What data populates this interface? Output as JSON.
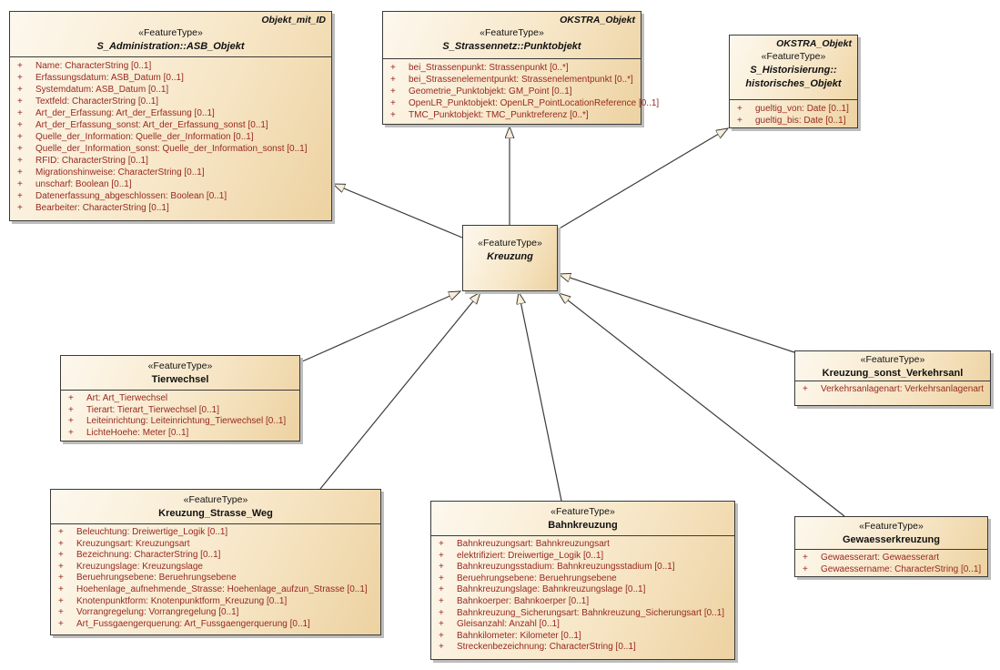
{
  "diagram": {
    "kind": "uml-class-diagram",
    "visibility_prefix": "+",
    "colors": {
      "box_fill_light": "#fdf8ee",
      "box_fill_dark": "#edd2a1",
      "box_border": "#3a3a3a",
      "attribute_text": "#97291f",
      "header_text": "#111111",
      "connector": "#3a3a3a",
      "arrowhead_fill": "#f8edd8",
      "shadow": "#bdbdbd",
      "background": "#ffffff"
    },
    "classes": [
      {
        "id": "asb",
        "tag": "Objekt_mit_ID",
        "stereotype": "«FeatureType»",
        "name_lines": [
          "S_Administration::ASB_Objekt"
        ],
        "abstract": true,
        "attributes": [
          "Name: CharacterString [0..1]",
          "Erfassungsdatum: ASB_Datum [0..1]",
          "Systemdatum: ASB_Datum [0..1]",
          "Textfeld: CharacterString [0..1]",
          "Art_der_Erfassung: Art_der_Erfassung [0..1]",
          "Art_der_Erfassung_sonst: Art_der_Erfassung_sonst [0..1]",
          "Quelle_der_Information: Quelle_der_Information [0..1]",
          "Quelle_der_Information_sonst: Quelle_der_Information_sonst [0..1]",
          "RFID: CharacterString [0..1]",
          "Migrationshinweise: CharacterString [0..1]",
          "unscharf: Boolean [0..1]",
          "Datenerfassung_abgeschlossen: Boolean [0..1]",
          "Bearbeiter: CharacterString [0..1]"
        ]
      },
      {
        "id": "punkt",
        "tag": "OKSTRA_Objekt",
        "stereotype": "«FeatureType»",
        "name_lines": [
          "S_Strassennetz::Punktobjekt"
        ],
        "abstract": true,
        "attributes": [
          "bei_Strassenpunkt: Strassenpunkt [0..*]",
          "bei_Strassenelementpunkt: Strassenelementpunkt [0..*]",
          "Geometrie_Punktobjekt: GM_Point [0..1]",
          "OpenLR_Punktobjekt: OpenLR_PointLocationReference [0..1]",
          "TMC_Punktobjekt: TMC_Punktreferenz [0..*]"
        ]
      },
      {
        "id": "hist",
        "tag": "OKSTRA_Objekt",
        "stereotype": "«FeatureType»",
        "name_lines": [
          "S_Historisierung::",
          "historisches_Objekt"
        ],
        "abstract": true,
        "attributes": [
          "gueltig_von: Date [0..1]",
          "gueltig_bis: Date [0..1]"
        ]
      },
      {
        "id": "kreuzung",
        "tag": "",
        "stereotype": "«FeatureType»",
        "name_lines": [
          "Kreuzung"
        ],
        "abstract": true,
        "attributes": []
      },
      {
        "id": "tier",
        "tag": "",
        "stereotype": "«FeatureType»",
        "name_lines": [
          "Tierwechsel"
        ],
        "abstract": false,
        "attributes": [
          "Art: Art_Tierwechsel",
          "Tierart: Tierart_Tierwechsel [0..1]",
          "Leiteinrichtung: Leiteinrichtung_Tierwechsel [0..1]",
          "LichteHoehe: Meter [0..1]"
        ]
      },
      {
        "id": "sonst",
        "tag": "",
        "stereotype": "«FeatureType»",
        "name_lines": [
          "Kreuzung_sonst_Verkehrsanl"
        ],
        "abstract": false,
        "attributes": [
          "Verkehrsanlagenart: Verkehrsanlagenart"
        ]
      },
      {
        "id": "ksw",
        "tag": "",
        "stereotype": "«FeatureType»",
        "name_lines": [
          "Kreuzung_Strasse_Weg"
        ],
        "abstract": false,
        "attributes": [
          "Beleuchtung: Dreiwertige_Logik [0..1]",
          "Kreuzungsart: Kreuzungsart",
          "Bezeichnung: CharacterString [0..1]",
          "Kreuzungslage: Kreuzungslage",
          "Beruehrungsebene: Beruehrungsebene",
          "Hoehenlage_aufnehmende_Strasse: Hoehenlage_aufzun_Strasse [0..1]",
          "Knotenpunktform: Knotenpunktform_Kreuzung [0..1]",
          "Vorrangregelung: Vorrangregelung [0..1]",
          "Art_Fussgaengerquerung: Art_Fussgaengerquerung [0..1]"
        ]
      },
      {
        "id": "bahn",
        "tag": "",
        "stereotype": "«FeatureType»",
        "name_lines": [
          "Bahnkreuzung"
        ],
        "abstract": false,
        "attributes": [
          "Bahnkreuzungsart: Bahnkreuzungsart",
          "elektrifiziert: Dreiwertige_Logik [0..1]",
          "Bahnkreuzungsstadium: Bahnkreuzungsstadium [0..1]",
          "Beruehrungsebene: Beruehrungsebene",
          "Bahnkreuzungslage: Bahnkreuzungslage [0..1]",
          "Bahnkoerper: Bahnkoerper [0..1]",
          "Bahnkreuzung_Sicherungsart: Bahnkreuzung_Sicherungsart [0..1]",
          "Gleisanzahl: Anzahl [0..1]",
          "Bahnkilometer: Kilometer [0..1]",
          "Streckenbezeichnung: CharacterString [0..1]"
        ]
      },
      {
        "id": "gew",
        "tag": "",
        "stereotype": "«FeatureType»",
        "name_lines": [
          "Gewaesserkreuzung"
        ],
        "abstract": false,
        "attributes": [
          "Gewaesserart: Gewaesserart",
          "Gewaessername: CharacterString [0..1]"
        ]
      }
    ],
    "relations": [
      {
        "type": "generalization",
        "from": "Kreuzung",
        "to": "S_Administration::ASB_Objekt"
      },
      {
        "type": "generalization",
        "from": "Kreuzung",
        "to": "S_Strassennetz::Punktobjekt"
      },
      {
        "type": "generalization",
        "from": "Kreuzung",
        "to": "S_Historisierung::historisches_Objekt"
      },
      {
        "type": "generalization",
        "from": "Tierwechsel",
        "to": "Kreuzung"
      },
      {
        "type": "generalization",
        "from": "Kreuzung_Strasse_Weg",
        "to": "Kreuzung"
      },
      {
        "type": "generalization",
        "from": "Bahnkreuzung",
        "to": "Kreuzung"
      },
      {
        "type": "generalization",
        "from": "Gewaesserkreuzung",
        "to": "Kreuzung"
      },
      {
        "type": "generalization",
        "from": "Kreuzung_sonst_Verkehrsanl",
        "to": "Kreuzung"
      }
    ]
  }
}
